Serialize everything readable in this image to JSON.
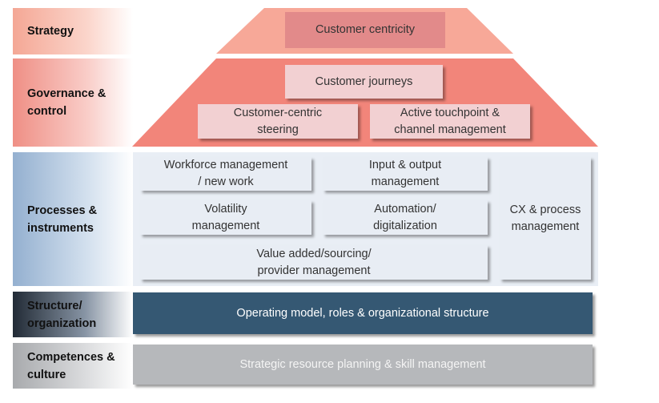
{
  "rows": {
    "strategy": "Strategy",
    "governance": "Governance &\ncontrol",
    "processes": "Processes &\ninstruments",
    "structure": "Structure/\norganization",
    "competences": "Competences &\nculture"
  },
  "strategy_box": "Customer centricity",
  "governance_boxes": {
    "journeys": "Customer journeys",
    "steering": "Customer-centric\nsteering",
    "touchpoint": "Active touchpoint &\nchannel management"
  },
  "process_boxes": {
    "workforce": "Workforce management\n/ new work",
    "input_output": "Input & output\nmanagement",
    "volatility": "Volatility\nmanagement",
    "automation": "Automation/\ndigitalization",
    "value_added": "Value added/sourcing/\nprovider management",
    "cx": "CX & process\nmanagement"
  },
  "structure_bar": "Operating model, roles & organizational structure",
  "competences_bar": "Strategic resource planning & skill management",
  "colors": {
    "strategy_trapezoid": "#f7a898",
    "governance_trapezoid": "#f2857a",
    "processes_panel": "#e9eef5",
    "structure_bar": "#355873",
    "competences_bar": "#b6b8bb"
  }
}
